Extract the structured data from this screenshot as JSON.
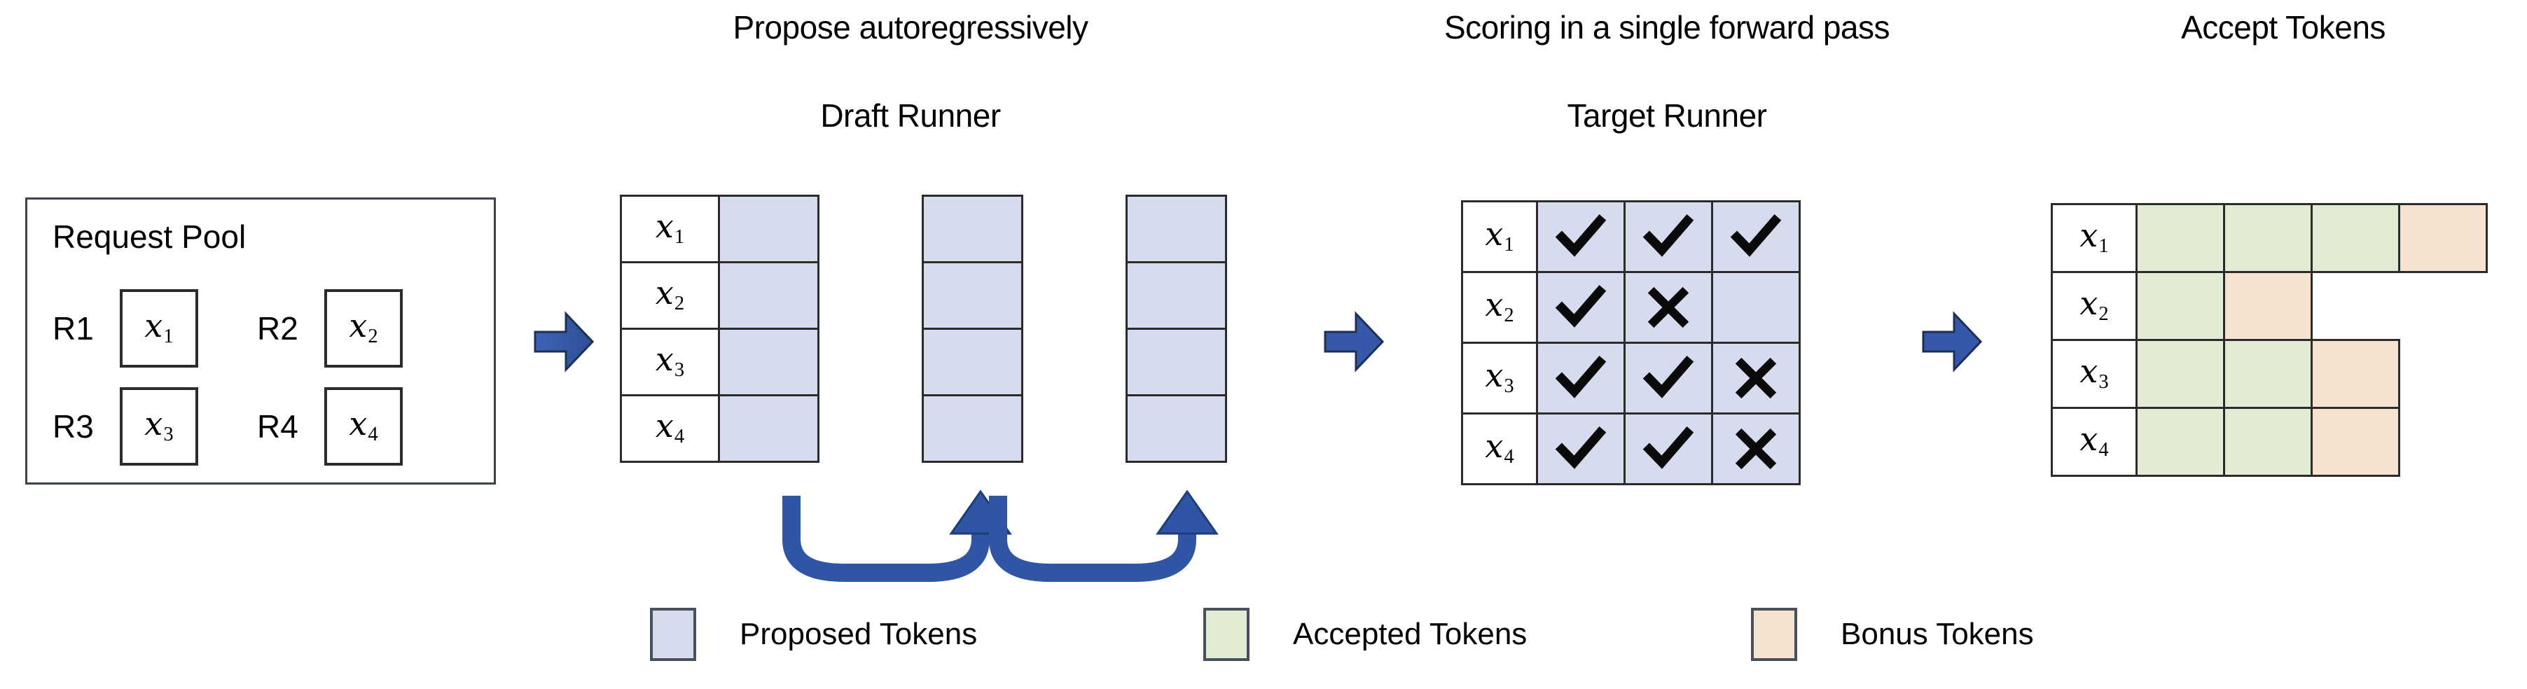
{
  "colors": {
    "proposed": "#d6dcee",
    "accepted": "#e2ecd4",
    "bonus": "#f5e2d0",
    "arrow_fill": "#3a5fad",
    "arrow_stroke": "#1f3d7a",
    "cell_border": "#2b2b2b",
    "pool_border": "#3f4350",
    "background": "#ffffff",
    "text": "#000000"
  },
  "request_pool": {
    "title": "Request Pool",
    "entries": [
      {
        "label": "R1",
        "token_base": "x",
        "token_sub": "1"
      },
      {
        "label": "R2",
        "token_base": "x",
        "token_sub": "2"
      },
      {
        "label": "R3",
        "token_base": "x",
        "token_sub": "3"
      },
      {
        "label": "R4",
        "token_base": "x",
        "token_sub": "4"
      }
    ]
  },
  "draft_runner": {
    "caption": "Propose autoregressively",
    "title": "Draft Runner",
    "row_labels": [
      {
        "base": "x",
        "sub": "1"
      },
      {
        "base": "x",
        "sub": "2"
      },
      {
        "base": "x",
        "sub": "3"
      },
      {
        "base": "x",
        "sub": "4"
      }
    ],
    "steps": 3,
    "cells": [
      [
        "proposed",
        "proposed",
        "proposed"
      ],
      [
        "proposed",
        "proposed",
        "proposed"
      ],
      [
        "proposed",
        "proposed",
        "proposed"
      ],
      [
        "proposed",
        "proposed",
        "proposed"
      ]
    ],
    "feedback_arrows": 2
  },
  "target_runner": {
    "caption": "Scoring in a single forward pass",
    "title": "Target Runner",
    "row_labels": [
      {
        "base": "x",
        "sub": "1"
      },
      {
        "base": "x",
        "sub": "2"
      },
      {
        "base": "x",
        "sub": "3"
      },
      {
        "base": "x",
        "sub": "4"
      }
    ],
    "marks": [
      [
        "check",
        "check",
        "check"
      ],
      [
        "check",
        "cross",
        "none"
      ],
      [
        "check",
        "check",
        "cross"
      ],
      [
        "check",
        "check",
        "cross"
      ]
    ]
  },
  "accept_tokens": {
    "title": "Accept Tokens",
    "row_labels": [
      {
        "base": "x",
        "sub": "1"
      },
      {
        "base": "x",
        "sub": "2"
      },
      {
        "base": "x",
        "sub": "3"
      },
      {
        "base": "x",
        "sub": "4"
      }
    ],
    "cells": [
      [
        "accepted",
        "accepted",
        "accepted",
        "bonus"
      ],
      [
        "accepted",
        "bonus"
      ],
      [
        "accepted",
        "accepted",
        "bonus"
      ],
      [
        "accepted",
        "accepted",
        "bonus"
      ]
    ]
  },
  "legend": {
    "items": [
      {
        "swatch": "proposed",
        "label": "Proposed Tokens"
      },
      {
        "swatch": "accepted",
        "label": "Accepted Tokens"
      },
      {
        "swatch": "bonus",
        "label": "Bonus Tokens"
      }
    ]
  },
  "flow_arrows": {
    "count": 3,
    "direction": "right",
    "name": "stage-transition-arrow"
  }
}
